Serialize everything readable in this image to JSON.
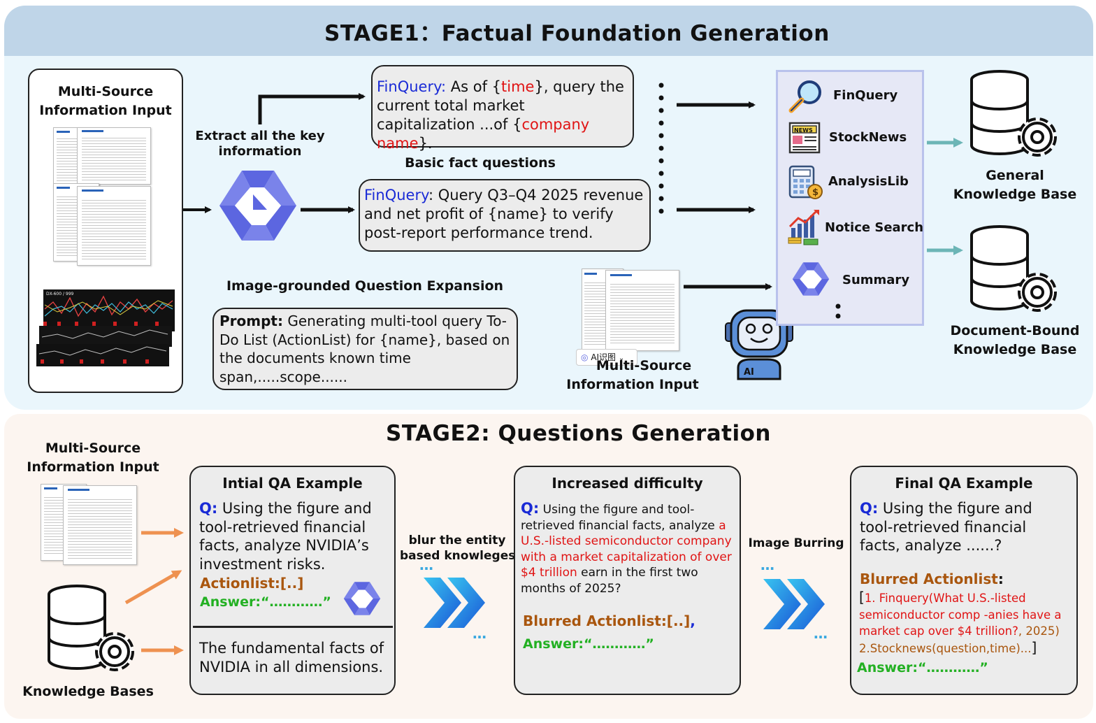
{
  "stage1": {
    "title": "STAGE1：Factual Foundation Generation",
    "input_label_line1": "Multi-Source",
    "input_label_line2": "Information Input",
    "extract_line1": "Extract all the key",
    "extract_line2": "information",
    "query1": {
      "prefix": "FinQuery:",
      "part1": " As of {",
      "time": "time",
      "part2": "}, query the current total market capitalization ...of {",
      "company": "company name",
      "part3": "}."
    },
    "basic_label": "Basic fact questions",
    "query2": {
      "prefix": "FinQuery",
      "body": ": Query Q3–Q4 2025 revenue and net profit of {name} to verify post-report performance trend."
    },
    "expansion_label": "Image-grounded Question Expansion",
    "prompt": {
      "label": "Prompt:",
      "body": " Generating multi-tool query To-Do List (ActionList) for {name}, based on the documents known time span,.....scope......"
    },
    "ai_badge": "AI识图",
    "ai_badge_caret": "⌄",
    "robot_label": "AI",
    "second_input_line1": "Multi-Source",
    "second_input_line2": "Information Input",
    "tools": [
      {
        "label": "FinQuery",
        "icon": "magnifier-icon"
      },
      {
        "label": "StockNews",
        "icon": "newspaper-icon"
      },
      {
        "label": "AnalysisLib",
        "icon": "calculator-icon"
      },
      {
        "label": "Notice Search",
        "icon": "stock-chart-icon"
      },
      {
        "label": "Summary",
        "icon": "qwen-logo-icon"
      }
    ],
    "kb1_line1": "General",
    "kb1_line2": "Knowledge Base",
    "kb2_line1": "Document-Bound",
    "kb2_line2": "Knowledge Base",
    "chart_ticker": "████ 600█ █ / 999"
  },
  "stage2": {
    "title": "STAGE2: Questions Generation",
    "input_label_line1": "Multi-Source",
    "input_label_line2": "Information Input",
    "kb_label": "Knowledge Bases",
    "initial": {
      "title": "Intial QA Example",
      "q_label": "Q:",
      "q_text": " Using the figure and tool-retrieved financial facts, analyze NVIDIA’s investment risks.",
      "actionlist": "Actionlist:[..]",
      "answer": "Answer:“…………”",
      "facts": "The fundamental facts of NVIDIA in all dimensions."
    },
    "blur_label_line1": "blur the entity",
    "blur_label_line2": "based knowleges",
    "ellipsis": "…",
    "increased": {
      "title": "Increased difficulty",
      "q_label": "Q:",
      "q_part1": " Using the figure and tool-retrieved financial facts, analyze ",
      "q_red1": "a U.S.-listed semiconductor company with a market capitalization of over $4 trillion",
      "q_part2": " earn in the first two months of 2025?",
      "actionlist": "Blurred Actionlist:[..]",
      "actionlist_comma": ",",
      "answer": "Answer:“…………”"
    },
    "image_blur_label": "Image Burring",
    "final": {
      "title": "Final QA Example",
      "q_label": "Q:",
      "q_text": " Using the figure and tool-retrieved financial facts, analyze ......?",
      "actionlist_label": "Blurred Actionlist",
      "actionlist_colon": ":",
      "bracket_open": "[",
      "item1_prefix": "1. Finquery(",
      "item1_red": "What U.S.-listed semiconductor comp -anies have a market cap over $4 trillion?",
      "item1_suffix": ", 2025)",
      "item2": "2.Stocknews(question,time)...",
      "bracket_close": "]",
      "answer": "Answer:“…………”"
    }
  },
  "colors": {
    "query_blue": "#1a2bd6",
    "highlight_red": "#e01414",
    "actionlist_orange": "#a9560e",
    "answer_green": "#22b022",
    "stage1_header": "#bfd5e8",
    "stage1_panel": "#eaf6fc",
    "stage2_panel": "#fcf5f0",
    "teal_arrow": "#6cb5b6",
    "orange_arrow": "#ee9150"
  }
}
